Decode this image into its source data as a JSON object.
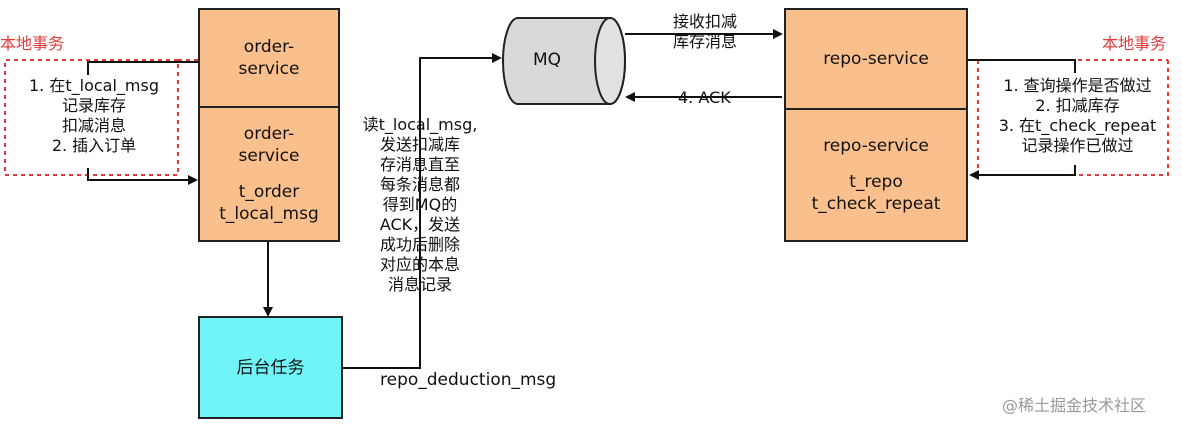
{
  "left": {
    "local_tx_label": "本地事务",
    "steps": [
      "1. 在t_local_msg",
      "记录库存",
      "扣减消息",
      "2. 插入订单"
    ],
    "order_service_top": [
      "order-",
      "service"
    ],
    "order_service_bottom": [
      "order-",
      "service"
    ],
    "order_tables": [
      "t_order",
      "t_local_msg"
    ]
  },
  "mq": {
    "label": "MQ"
  },
  "middle": {
    "read_text": [
      "读t_local_msg,",
      "发送扣减库",
      "存消息直至",
      "每条消息都",
      "得到MQ的",
      "ACK，发送",
      "成功后删除",
      "对应的本息",
      "消息记录"
    ],
    "bg_task": "后台任务",
    "repo_deduction": "repo_deduction_msg"
  },
  "right": {
    "receive_text": [
      "接收扣减",
      "库存消息"
    ],
    "ack_text": "4. ACK",
    "local_tx_label": "本地事务",
    "steps": [
      "1. 查询操作是否做过",
      "2. 扣减库存",
      "3. 在t_check_repeat",
      "记录操作已做过"
    ],
    "repo_service_top": "repo-service",
    "repo_service_bottom": "repo-service",
    "repo_tables": [
      "t_repo",
      "t_check_repeat"
    ]
  },
  "watermark": "@稀土掘金技术社区",
  "colors": {
    "orange": "#f9c08e",
    "cyan": "#6ff5f7",
    "red_dotted": "#e23b3b",
    "mq_fill": "#d9d9d9"
  }
}
